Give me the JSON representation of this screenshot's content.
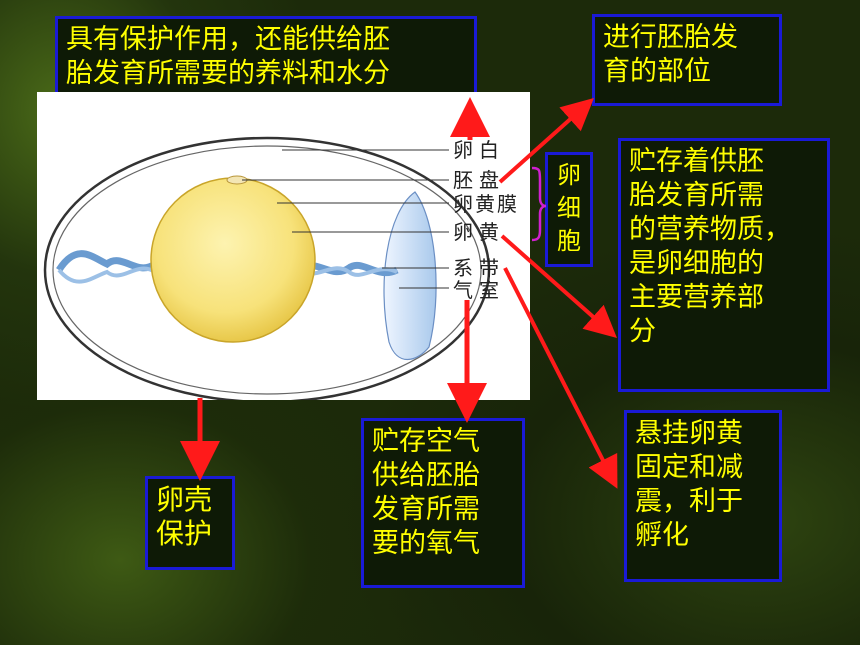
{
  "callouts": {
    "shell_membrane": "具有保护作用，还能供给胚\n胎发育所需要的养料和水分",
    "germinal_disc": "进行胚胎发\n育的部位",
    "yolk": "贮存着供胚\n胎发育所需\n的营养物质，\n是卵细胞的\n主要营养部\n分",
    "shell": "卵壳\n保护",
    "air_cell": "贮存空气\n供给胚胎\n发育所需\n要的氧气",
    "chalaza": "悬挂卵黄\n固定和减\n震，利于\n孵化"
  },
  "egg_cell_group": "卵\n细\n胞",
  "diagram_labels": {
    "albumen": "卵白",
    "germinal_disc": "胚盘",
    "yolk_membrane": "卵黄膜",
    "yolk": "卵黄",
    "chalaza": "系带",
    "air_cell": "气室"
  },
  "colors": {
    "text": "#ffff00",
    "box_border": "#1a1ad6",
    "arrow": "#ff1a1a",
    "bracket": "#d020d0",
    "yolk": "#f7e27a"
  }
}
